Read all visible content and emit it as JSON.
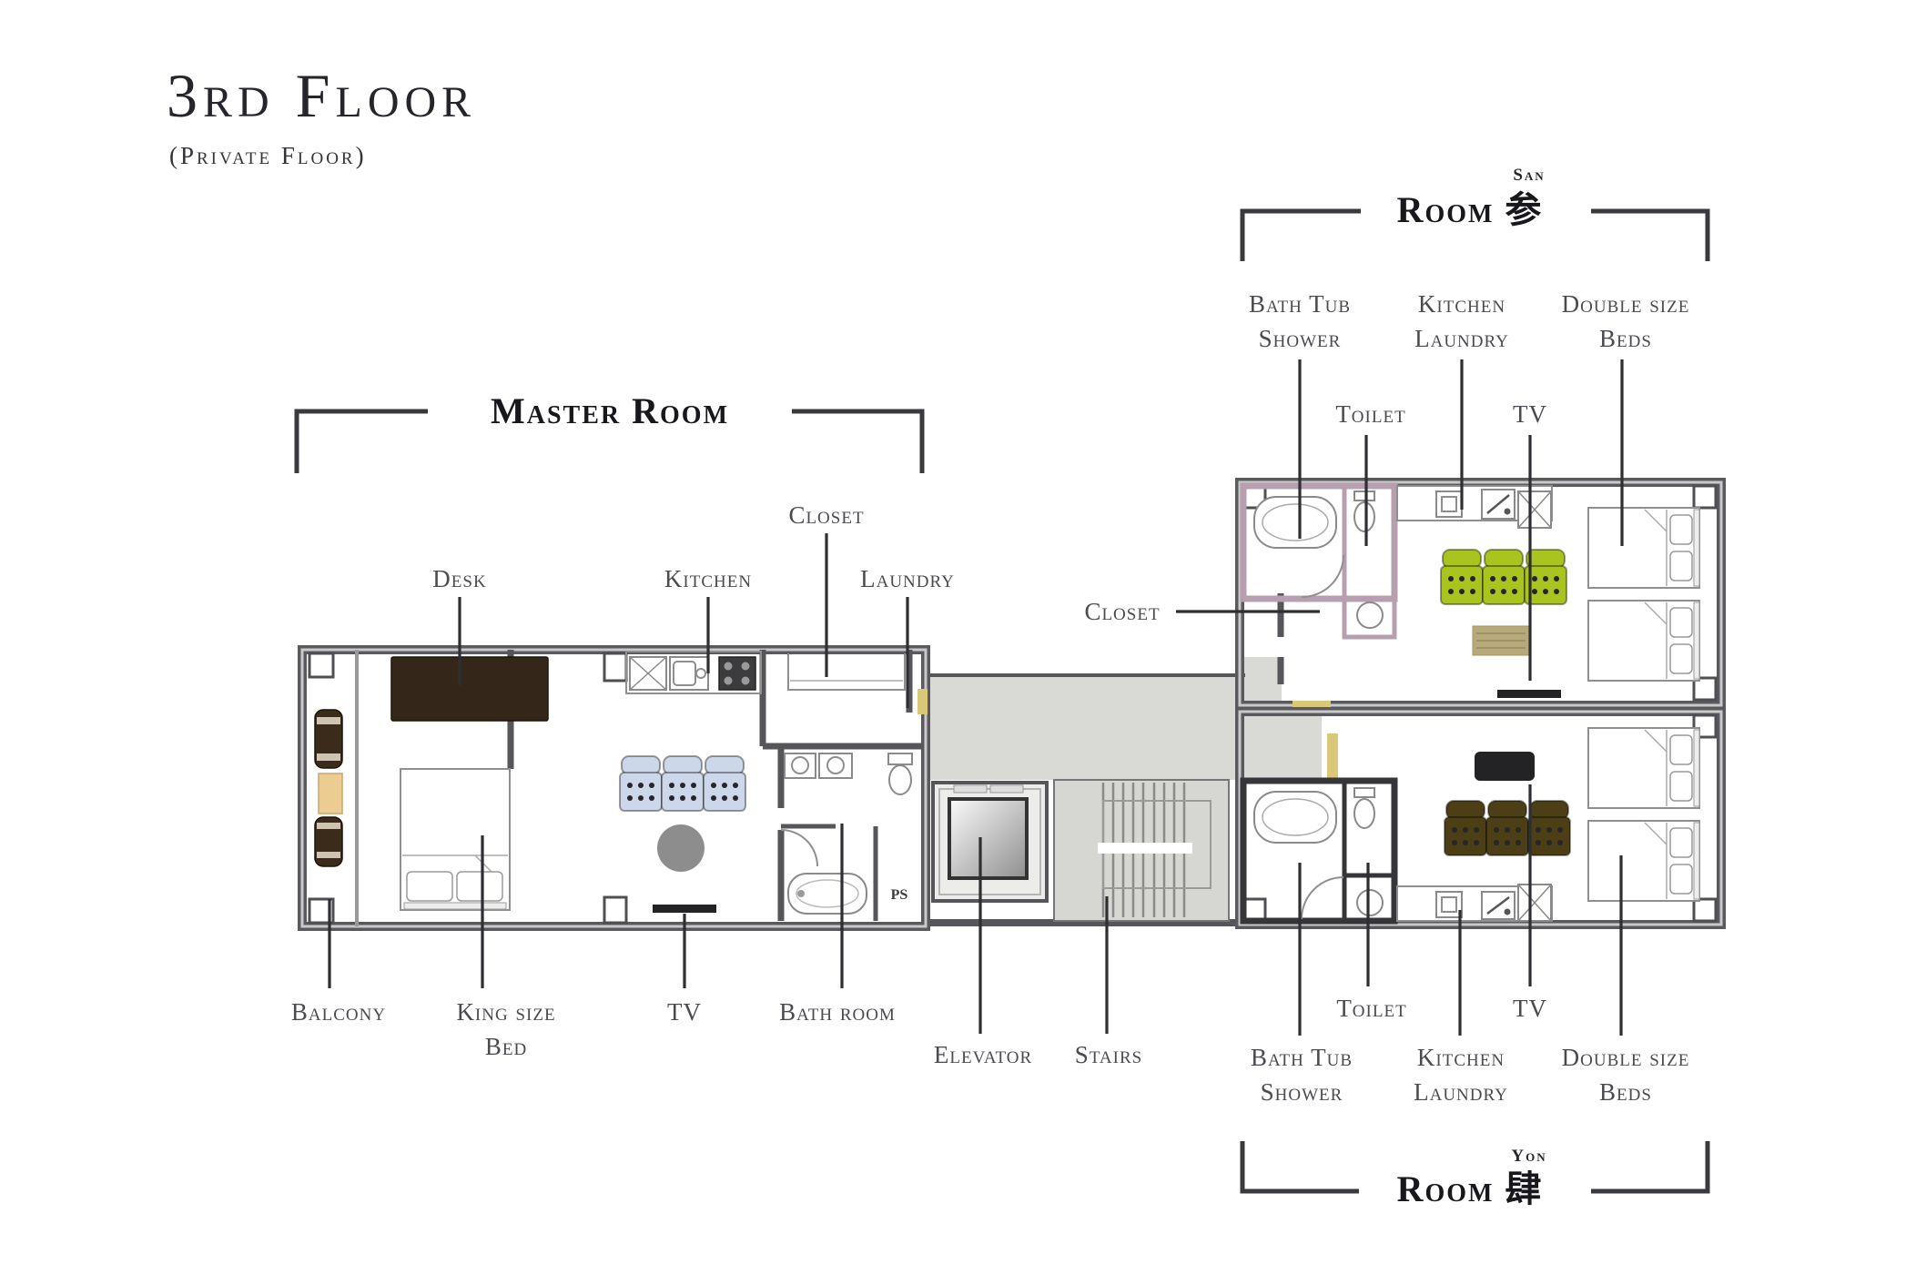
{
  "title": {
    "main": "3rd Floor",
    "sub": "(Private Floor)"
  },
  "rooms": {
    "master": {
      "name": "Master Room"
    },
    "san": {
      "name": "Room 参",
      "romaji": "San"
    },
    "yon": {
      "name": "Room 肆",
      "romaji": "Yon"
    }
  },
  "labels": {
    "desk": "Desk",
    "kitchen": "Kitchen",
    "closet": "Closet",
    "laundry": "Laundry",
    "balcony": "Balcony",
    "king_size": "King size",
    "king_bed": "Bed",
    "tv": "TV",
    "bath_room": "Bath room",
    "elevator": "Elevator",
    "stairs": "Stairs",
    "bath_tub": "Bath Tub",
    "shower": "Shower",
    "toilet": "Toilet",
    "double_size": "Double size",
    "beds": "Beds",
    "ps": "PS"
  },
  "colors": {
    "hallway_gray": "#d9d9d6",
    "stairs_gray": "#d6d6d3",
    "bathroom_pink": "#b79fb0",
    "bathroom_black": "#35353a",
    "door_yellow": "#d9c878",
    "sofa_blue": "#ccd8e9",
    "sofa_green": "#a9c31f",
    "sofa_olive": "#4c3f16",
    "rug_khaki": "#b6a97b",
    "desk_brown": "#342719",
    "chair_brown": "#3a2b1a",
    "table_tan": "#eccc90",
    "tv_dark": "#232326",
    "circle_gray": "#8d8d8d"
  }
}
